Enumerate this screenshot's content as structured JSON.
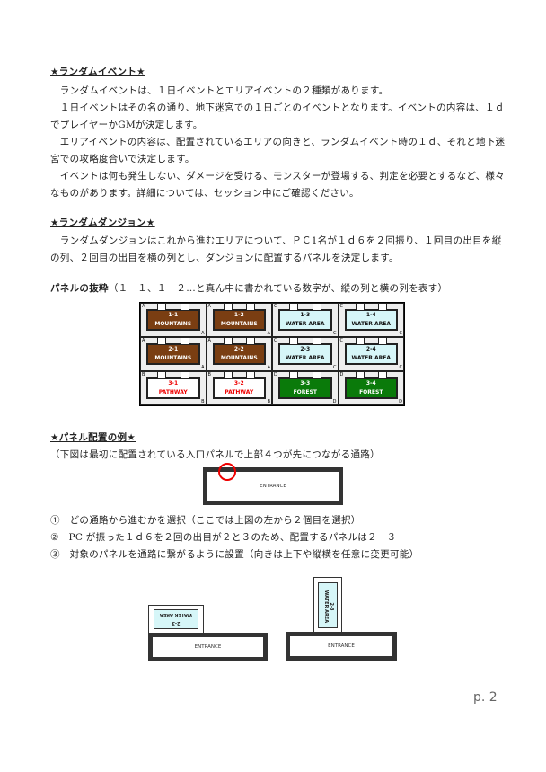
{
  "section1": {
    "heading": "★ランダムイベント★",
    "lines": [
      "　ランダムイベントは、１日イベントとエリアイベントの２種類があります。",
      "　１日イベントはその名の通り、地下迷宮での１日ごとのイベントとなります。イベントの内容は、１ｄ",
      "でプレイヤーかGMが決定します。",
      "　エリアイベントの内容は、配置されているエリアの向きと、ランダムイベント時の１ｄ、それと地下迷",
      "宮での攻略度合いで決定します。",
      "　イベントは何も発生しない、ダメージを受ける、モンスターが登場する、判定を必要とするなど、様々",
      "なものがあります。詳細については、セッション中にご確認ください。"
    ]
  },
  "section2": {
    "heading": "★ランダムダンジョン★",
    "lines": [
      "　ランダムダンジョンはこれから進むエリアについて、ＰＣ1名が１ｄ６を２回振り、１回目の出目を縦",
      "の列、２回目の出目を横の列とし、ダンジョンに配置するパネルを決定します。"
    ],
    "panel_label": "パネルの抜粋",
    "panel_note": "（１－１、１－２…と真ん中に書かれている数字が、縦の列と横の列を表す）",
    "tiles": [
      {
        "id": "1-1",
        "name": "MOUNTAINS",
        "type": "m",
        "c": "A"
      },
      {
        "id": "1-2",
        "name": "MOUNTAINS",
        "type": "m",
        "c": "A"
      },
      {
        "id": "1-3",
        "name": "WATER AREA",
        "type": "w",
        "c": "C"
      },
      {
        "id": "1-4",
        "name": "WATER AREA",
        "type": "w",
        "c": "C"
      },
      {
        "id": "2-1",
        "name": "MOUNTAINS",
        "type": "m",
        "c": "A"
      },
      {
        "id": "2-2",
        "name": "MOUNTAINS",
        "type": "m",
        "c": "A"
      },
      {
        "id": "2-3",
        "name": "WATER AREA",
        "type": "w",
        "c": "C"
      },
      {
        "id": "2-4",
        "name": "WATER AREA",
        "type": "w",
        "c": "C"
      },
      {
        "id": "3-1",
        "name": "PATHWAY",
        "type": "p",
        "c": "B"
      },
      {
        "id": "3-2",
        "name": "PATHWAY",
        "type": "p",
        "c": "B"
      },
      {
        "id": "3-3",
        "name": "FOREST",
        "type": "f",
        "c": "D"
      },
      {
        "id": "3-4",
        "name": "FOREST",
        "type": "f",
        "c": "D"
      }
    ]
  },
  "section3": {
    "heading": "★パネル配置の例★",
    "note": "（下図は最初に配置されている入口パネルで上部４つが先につながる通路）",
    "entrance_label": "ENTRANCE",
    "steps": [
      "①　どの通路から進むかを選択（ここでは上図の左から２個目を選択）",
      "②　PC が振った１ｄ６を２回の出目が２と３のため、配置するパネルは２－３",
      "③　対象のパネルを通路に繋がるように設置（向きは上下や縦横を任意に変更可能）"
    ],
    "example_tile": {
      "id": "2-3",
      "name": "WATER AREA"
    }
  },
  "page_number": "p. 2"
}
